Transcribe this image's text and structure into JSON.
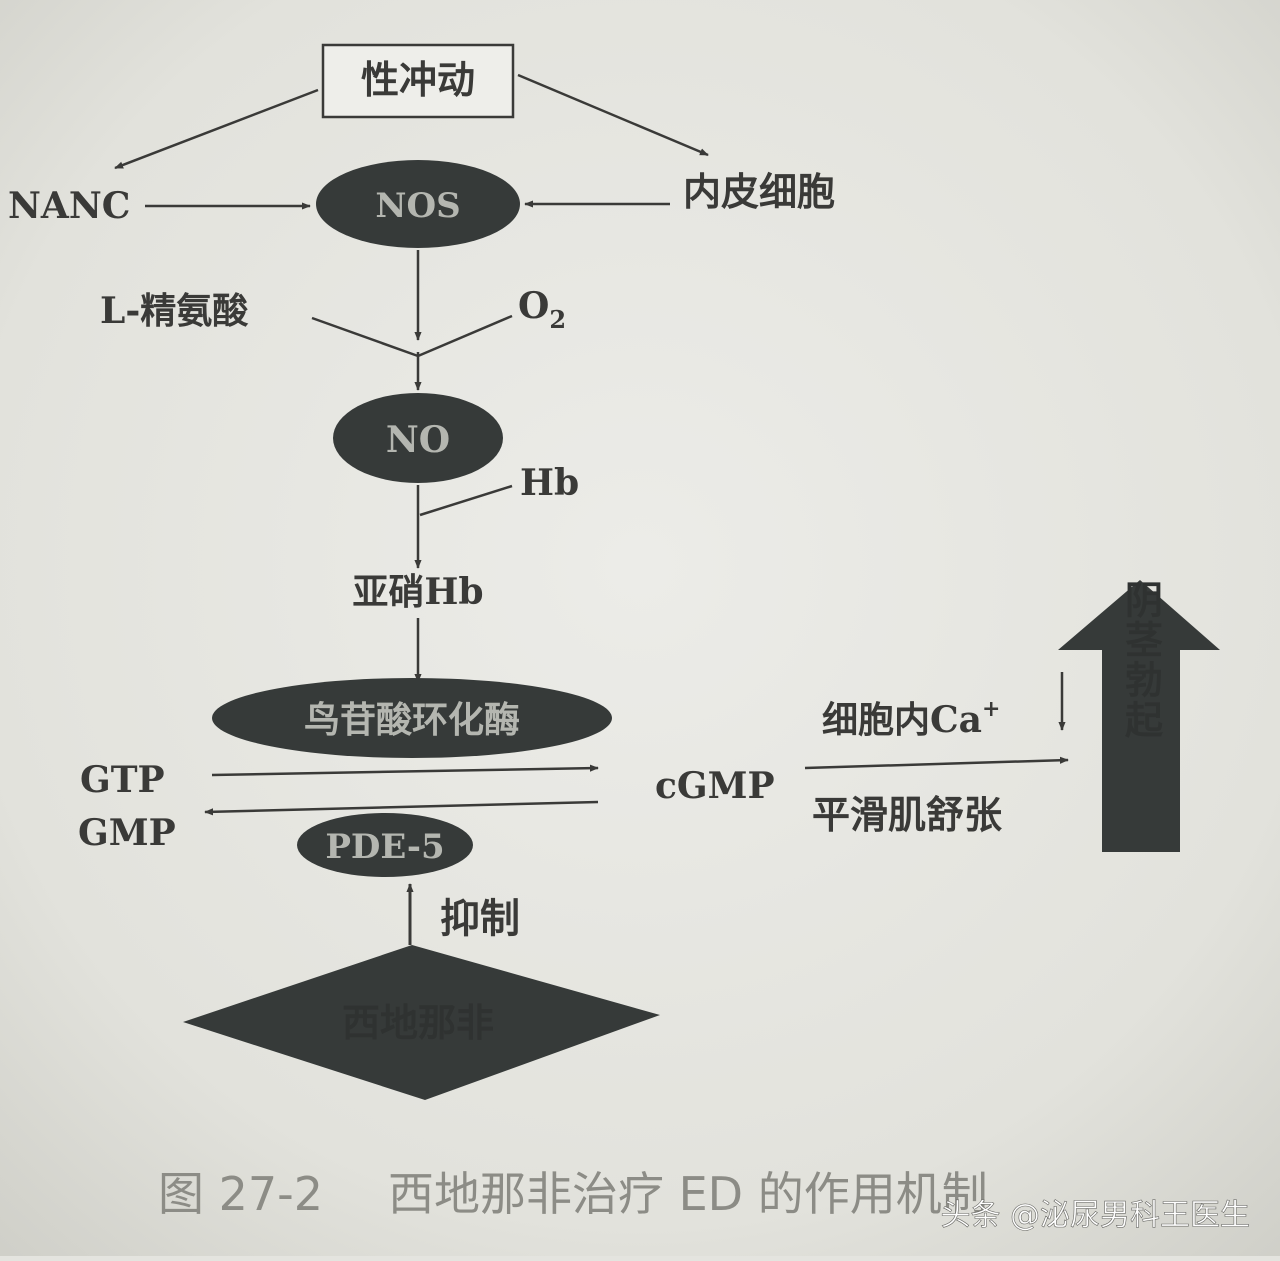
{
  "diagram": {
    "top_box": "性冲动",
    "nanc": "NANC",
    "nos": "NOS",
    "endothelial": "内皮细胞",
    "l_arginine": "L-精氨酸",
    "o2_letter": "O",
    "o2_sub": "2",
    "no": "NO",
    "hb": "Hb",
    "nitroso_hb": "亚硝Hb",
    "gc": "鸟苷酸环化酶",
    "gtp": "GTP",
    "gmp": "GMP",
    "pde5": "PDE-5",
    "cgmp": "cGMP",
    "ca_text": "细胞内Ca",
    "ca_sup": "+",
    "smooth_muscle": "平滑肌舒张",
    "big_arrow_text": "阴茎勃起",
    "inhibit": "抑制",
    "sildenafil": "西地那非",
    "colors": {
      "ink": "#3a3a38",
      "dark_fill": "#363a39",
      "background": "#e4e4df"
    }
  },
  "caption": {
    "number": "图 27-2",
    "text": "西地那非治疗 ED 的作用机制"
  },
  "watermark": "头条 @泌尿男科王医生"
}
